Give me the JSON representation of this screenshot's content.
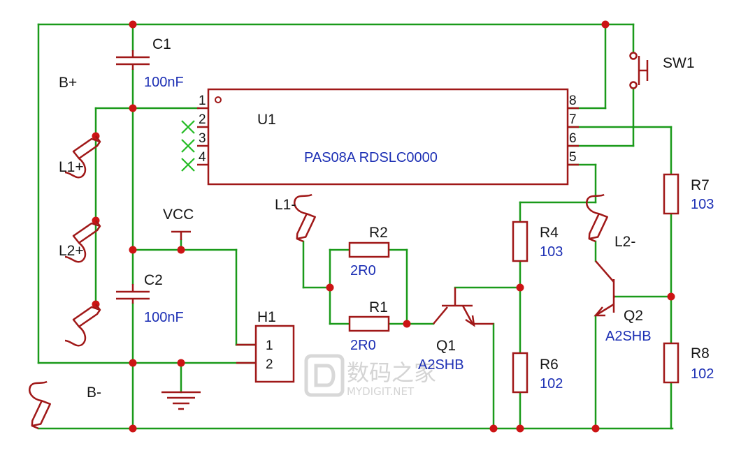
{
  "components": {
    "c1": {
      "ref": "C1",
      "value": "100nF"
    },
    "c2": {
      "ref": "C2",
      "value": "100nF"
    },
    "sw1": {
      "ref": "SW1"
    },
    "u1": {
      "ref": "U1",
      "part": "PAS08A RDSLC0000",
      "pins_left": [
        "1",
        "2",
        "3",
        "4"
      ],
      "pins_right": [
        "8",
        "7",
        "6",
        "5"
      ]
    },
    "r1": {
      "ref": "R1",
      "value": "2R0"
    },
    "r2": {
      "ref": "R2",
      "value": "2R0"
    },
    "r4": {
      "ref": "R4",
      "value": "103"
    },
    "r6": {
      "ref": "R6",
      "value": "102"
    },
    "r7": {
      "ref": "R7",
      "value": "103"
    },
    "r8": {
      "ref": "R8",
      "value": "102"
    },
    "q1": {
      "ref": "Q1",
      "value": "A2SHB"
    },
    "q2": {
      "ref": "Q2",
      "value": "A2SHB"
    },
    "h1": {
      "ref": "H1",
      "pins": [
        "1",
        "2"
      ]
    }
  },
  "pads": {
    "b_plus": "B+",
    "l1_plus": "L1+",
    "l2_plus": "L2+",
    "l1_minus": "L1-",
    "l2_minus": "L2-",
    "b_minus": "B-"
  },
  "power": {
    "vcc": "VCC"
  },
  "watermark": {
    "main": "数码之家",
    "sub": "MYDIGIT.NET"
  }
}
